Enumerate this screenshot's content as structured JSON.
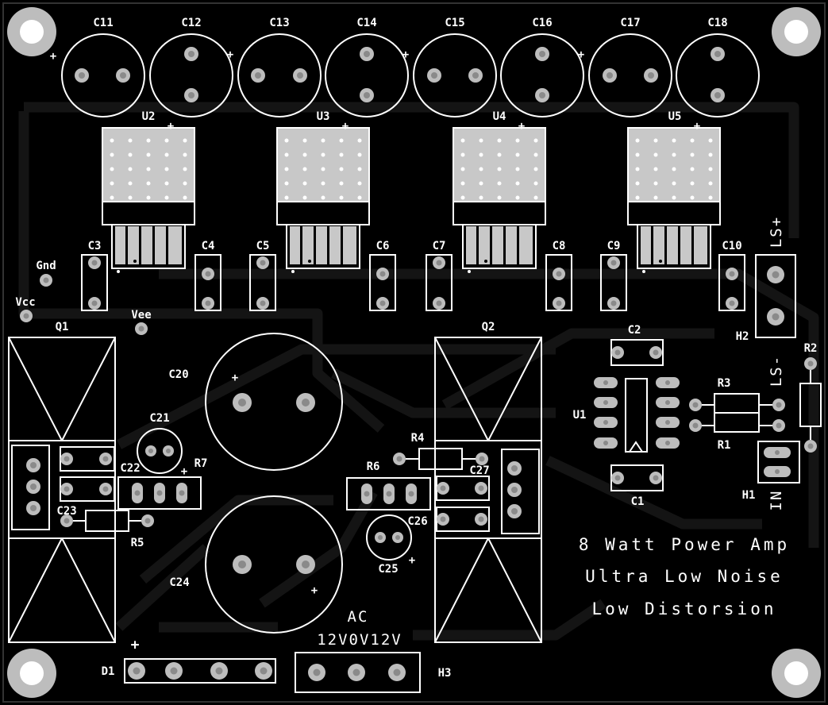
{
  "board": {
    "title_lines": [
      "8 Watt Power Amp",
      "Ultra Low Noise",
      "Low Distorsion"
    ],
    "colors": {
      "background": "#000000",
      "silkscreen": "#ffffff",
      "pad": "#bdbdbd",
      "hole": "#8a8a8a",
      "trace": "#141414"
    }
  },
  "labels": {
    "c11": "C11",
    "c12": "C12",
    "c13": "C13",
    "c14": "C14",
    "c15": "C15",
    "c16": "C16",
    "c17": "C17",
    "c18": "C18",
    "u2": "U2",
    "u3": "U3",
    "u4": "U4",
    "u5": "U5",
    "c3": "C3",
    "c4": "C4",
    "c5": "C5",
    "c6": "C6",
    "c7": "C7",
    "c8": "C8",
    "c9": "C9",
    "c10": "C10",
    "gnd": "Gnd",
    "vcc": "Vcc",
    "vee": "Vee",
    "q1": "Q1",
    "q2": "Q2",
    "c20": "C20",
    "c21": "C21",
    "c22": "C22",
    "c23": "C23",
    "c24": "C24",
    "c25": "C25",
    "c26": "C26",
    "c27": "C27",
    "r1": "R1",
    "r2": "R2",
    "r3": "R3",
    "r4": "R4",
    "r5": "R5",
    "r6": "R6",
    "r7": "R7",
    "c1": "C1",
    "c2": "C2",
    "u1": "U1",
    "h1": "H1",
    "h2": "H2",
    "h3": "H3",
    "d1": "D1",
    "ls_plus": "LS+",
    "ls_minus": "LS-",
    "in": "IN",
    "ac": "AC",
    "ac_voltages": "12V0V12V",
    "plus": "+"
  }
}
